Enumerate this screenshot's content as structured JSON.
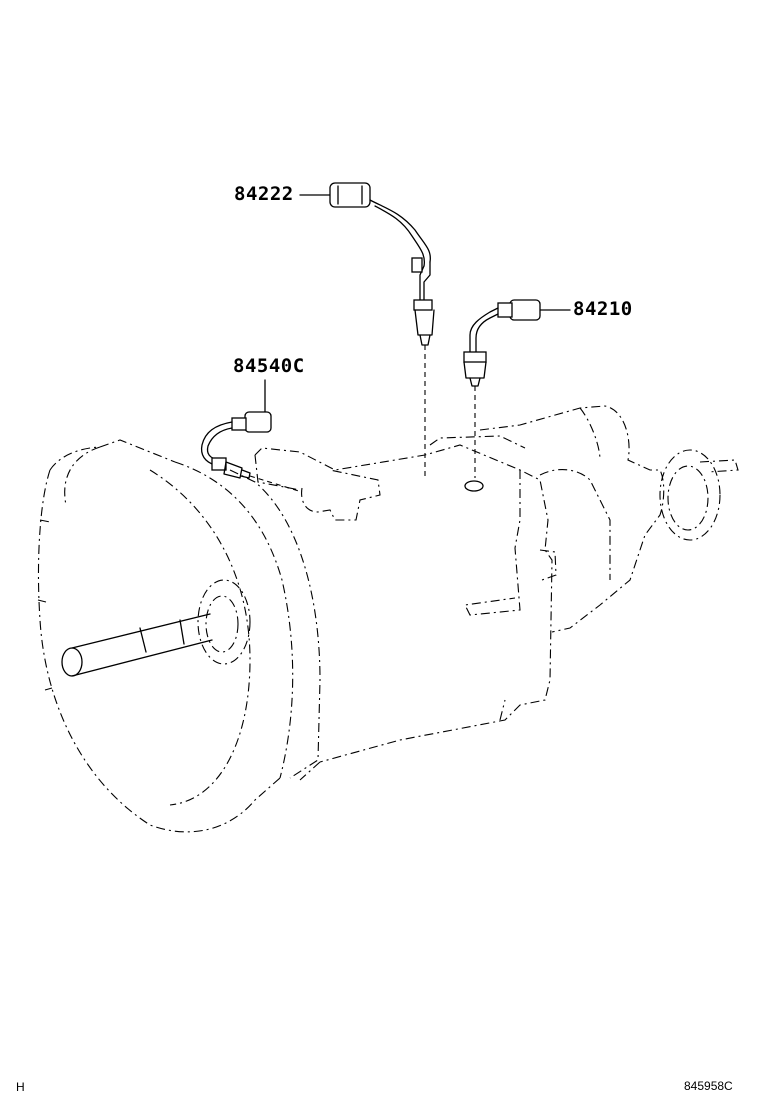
{
  "parts": [
    {
      "number": "84222"
    },
    {
      "number": "84210"
    },
    {
      "number": "84540C"
    }
  ],
  "footer": {
    "left_code": "H",
    "illustration_number": "845958C"
  }
}
